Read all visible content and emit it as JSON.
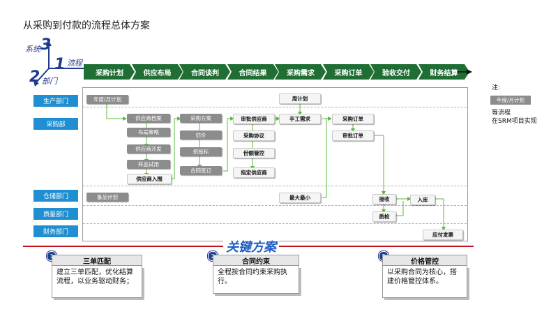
{
  "title": "从采购到付款的流程总体方案",
  "axes": {
    "system_num": "3",
    "system_label": "系统",
    "process_num": "1",
    "process_label": "流程",
    "dept_num": "2",
    "dept_label": "部门"
  },
  "process_steps": [
    "采购计划",
    "供应布局",
    "合同谈判",
    "合同结果",
    "采购需求",
    "采购订单",
    "验收交付",
    "财务结算"
  ],
  "departments": [
    "生产部门",
    "采购部",
    "仓储部门",
    "质量部门",
    "财务部门"
  ],
  "boxes": {
    "annual_plan": "年度/月计划",
    "weekly_plan": "周计划",
    "supplier_file": "供应商档案",
    "layout_strategy": "布局策略",
    "supplier_dev": "供应商开发",
    "sample_trial": "样品试用",
    "supplier_access": "供应商入围",
    "purchase_plan": "采购方案",
    "valuation": "估价",
    "bidding": "招投标",
    "contract_sign": "合同签订",
    "approve_supplier": "审批供应商",
    "purchase_agreement": "采购协议",
    "quota_control": "份额管控",
    "assign_supplier": "指定供应商",
    "manual_demand": "手工需求",
    "purchase_order": "采购订单",
    "approve_order": "审批订单",
    "spare_plan": "备品计划",
    "max_min": "最大最小",
    "receive": "接收",
    "warehouse_in": "入库",
    "quality_check": "质检",
    "payment_invoice": "应付发票"
  },
  "note": {
    "label": "注:",
    "sample_box": "年度/月计划",
    "line1": "等流程",
    "line2": "在SRM项目实现"
  },
  "key_solution": {
    "title": "关键方案",
    "items": [
      {
        "num": "1",
        "title": "三单匹配",
        "text": "建立三单匹配，优化结算流程，以业务驱动财务；"
      },
      {
        "num": "2",
        "title": "合同约束",
        "text": "全程按合同约束采购执行。"
      },
      {
        "num": "3",
        "title": "价格管控",
        "text": "以采购合同为核心，搭建价格管控体系。"
      }
    ]
  },
  "colors": {
    "arrow_green": "#1f6e34",
    "dept_blue": "#1f8fd1",
    "connector_green": "#5cb83a",
    "red_line": "#c0161c",
    "title_blue": "#1f5fc4"
  }
}
